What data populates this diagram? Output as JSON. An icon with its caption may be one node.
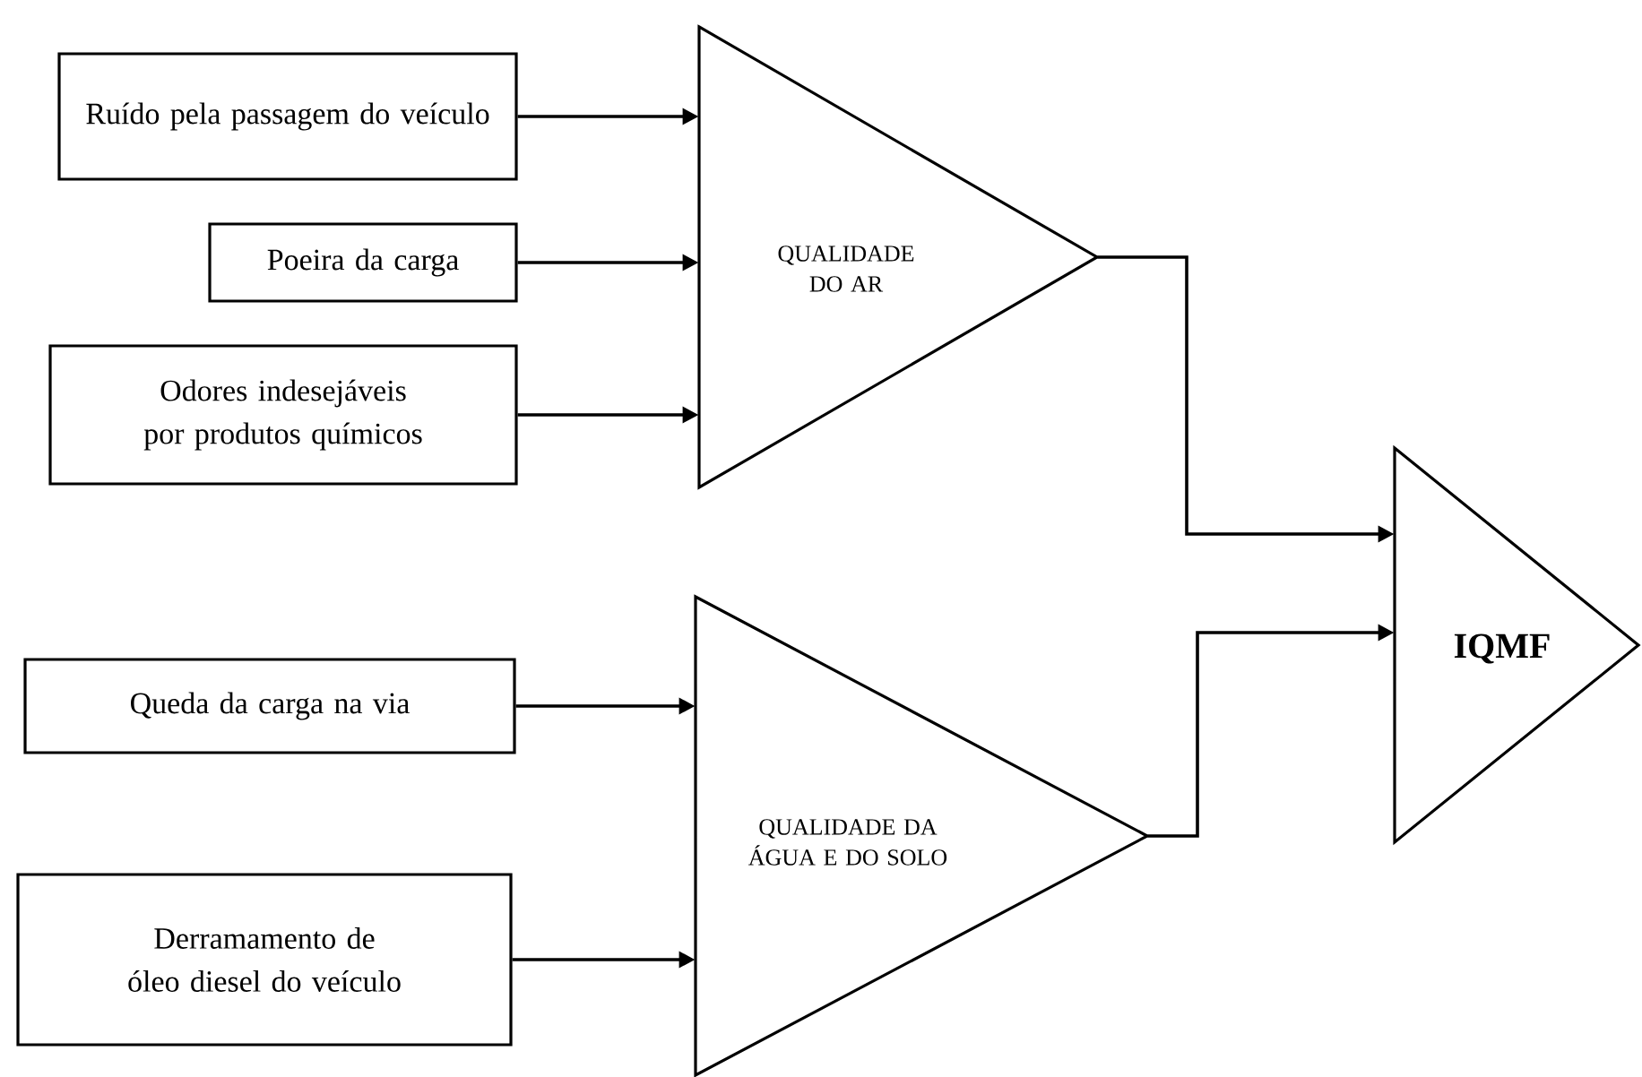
{
  "diagram": {
    "nodes": [
      {
        "text": [
          "Ruído pela passagem do veículo"
        ]
      },
      {
        "text": [
          "Poeira da carga"
        ]
      },
      {
        "text": [
          "Odores indesejáveis por produtos químicos"
        ]
      },
      {
        "text": [
          "QUALIDADE DO AR"
        ]
      },
      {
        "text": [
          "Queda da carga na via"
        ]
      },
      {
        "text": [
          "Derramamento de óleo diesel do veículo"
        ]
      },
      {
        "text": [
          "QUALIDADE DA ÁGUA E DO SOLO"
        ]
      },
      {
        "text": [
          "IQMF"
        ]
      }
    ],
    "edges": [
      {
        "from": 0,
        "to": 3,
        "arrow": "to"
      },
      {
        "from": 1,
        "to": 3,
        "arrow": "to"
      },
      {
        "from": 2,
        "to": 3,
        "arrow": "to"
      },
      {
        "from": 3,
        "to": 7,
        "arrow": "to"
      },
      {
        "from": 4,
        "to": 6,
        "arrow": "to"
      },
      {
        "from": 5,
        "to": 6,
        "arrow": "to"
      },
      {
        "from": 6,
        "to": 7,
        "arrow": "to"
      }
    ]
  }
}
